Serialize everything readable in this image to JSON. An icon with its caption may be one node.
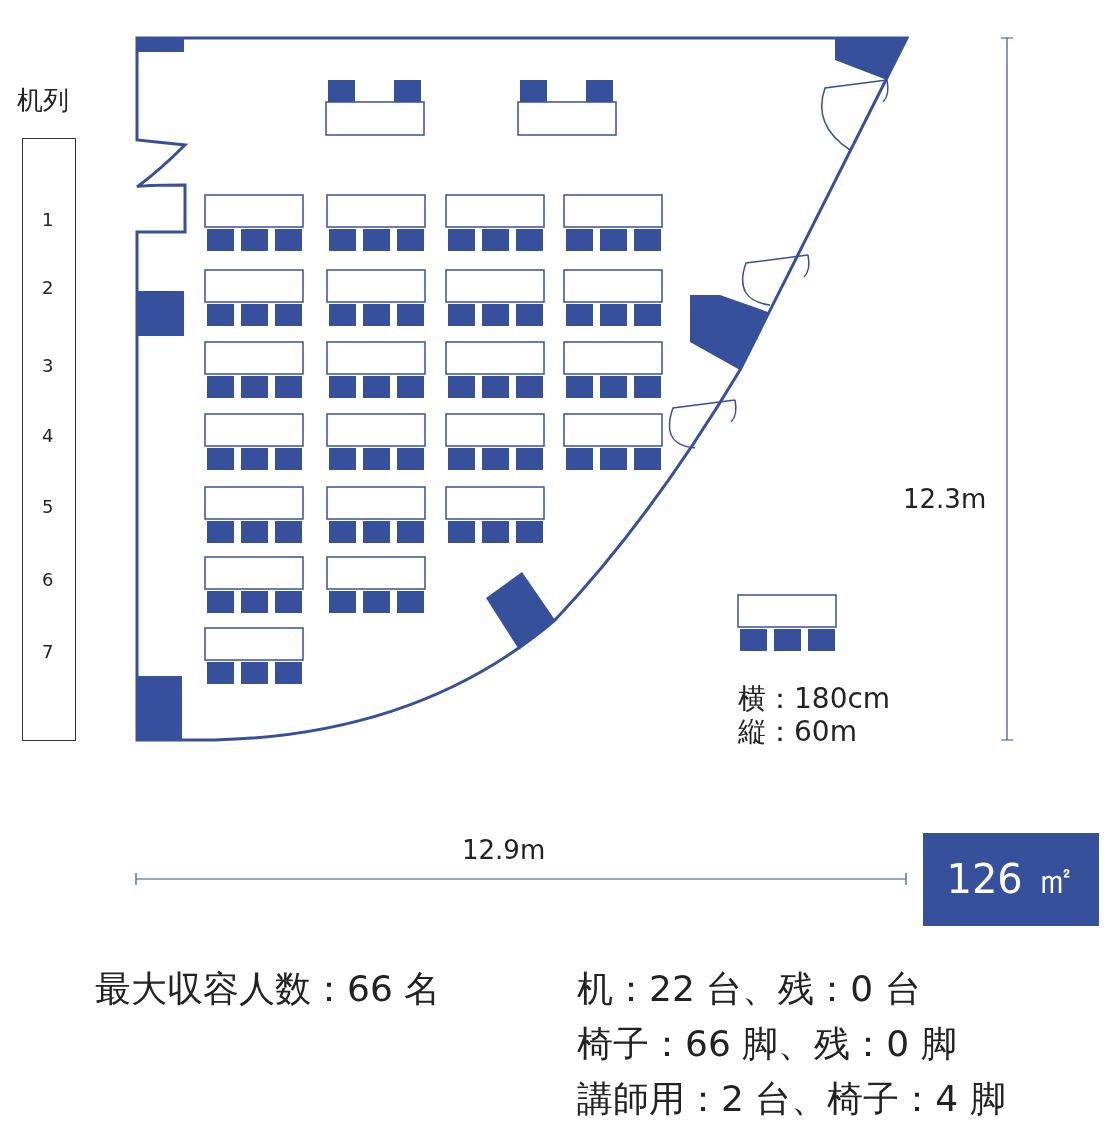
{
  "diagram": {
    "nodes": [
      {
        "text": [
          "机列",
          "1",
          "2",
          "3",
          "4",
          "5",
          "6",
          "7"
        ]
      },
      {
        "text": [
          "126 ㎡"
        ]
      }
    ],
    "edges": [],
    "labels": [
      "12.3m",
      "横：180cm",
      "縦：60m",
      "12.9m",
      "最大収容人数：66 名",
      "机：22 台、残：0 台",
      "椅子：66 脚、残：0 脚",
      "講師用：2 台、椅子：4 脚"
    ]
  }
}
